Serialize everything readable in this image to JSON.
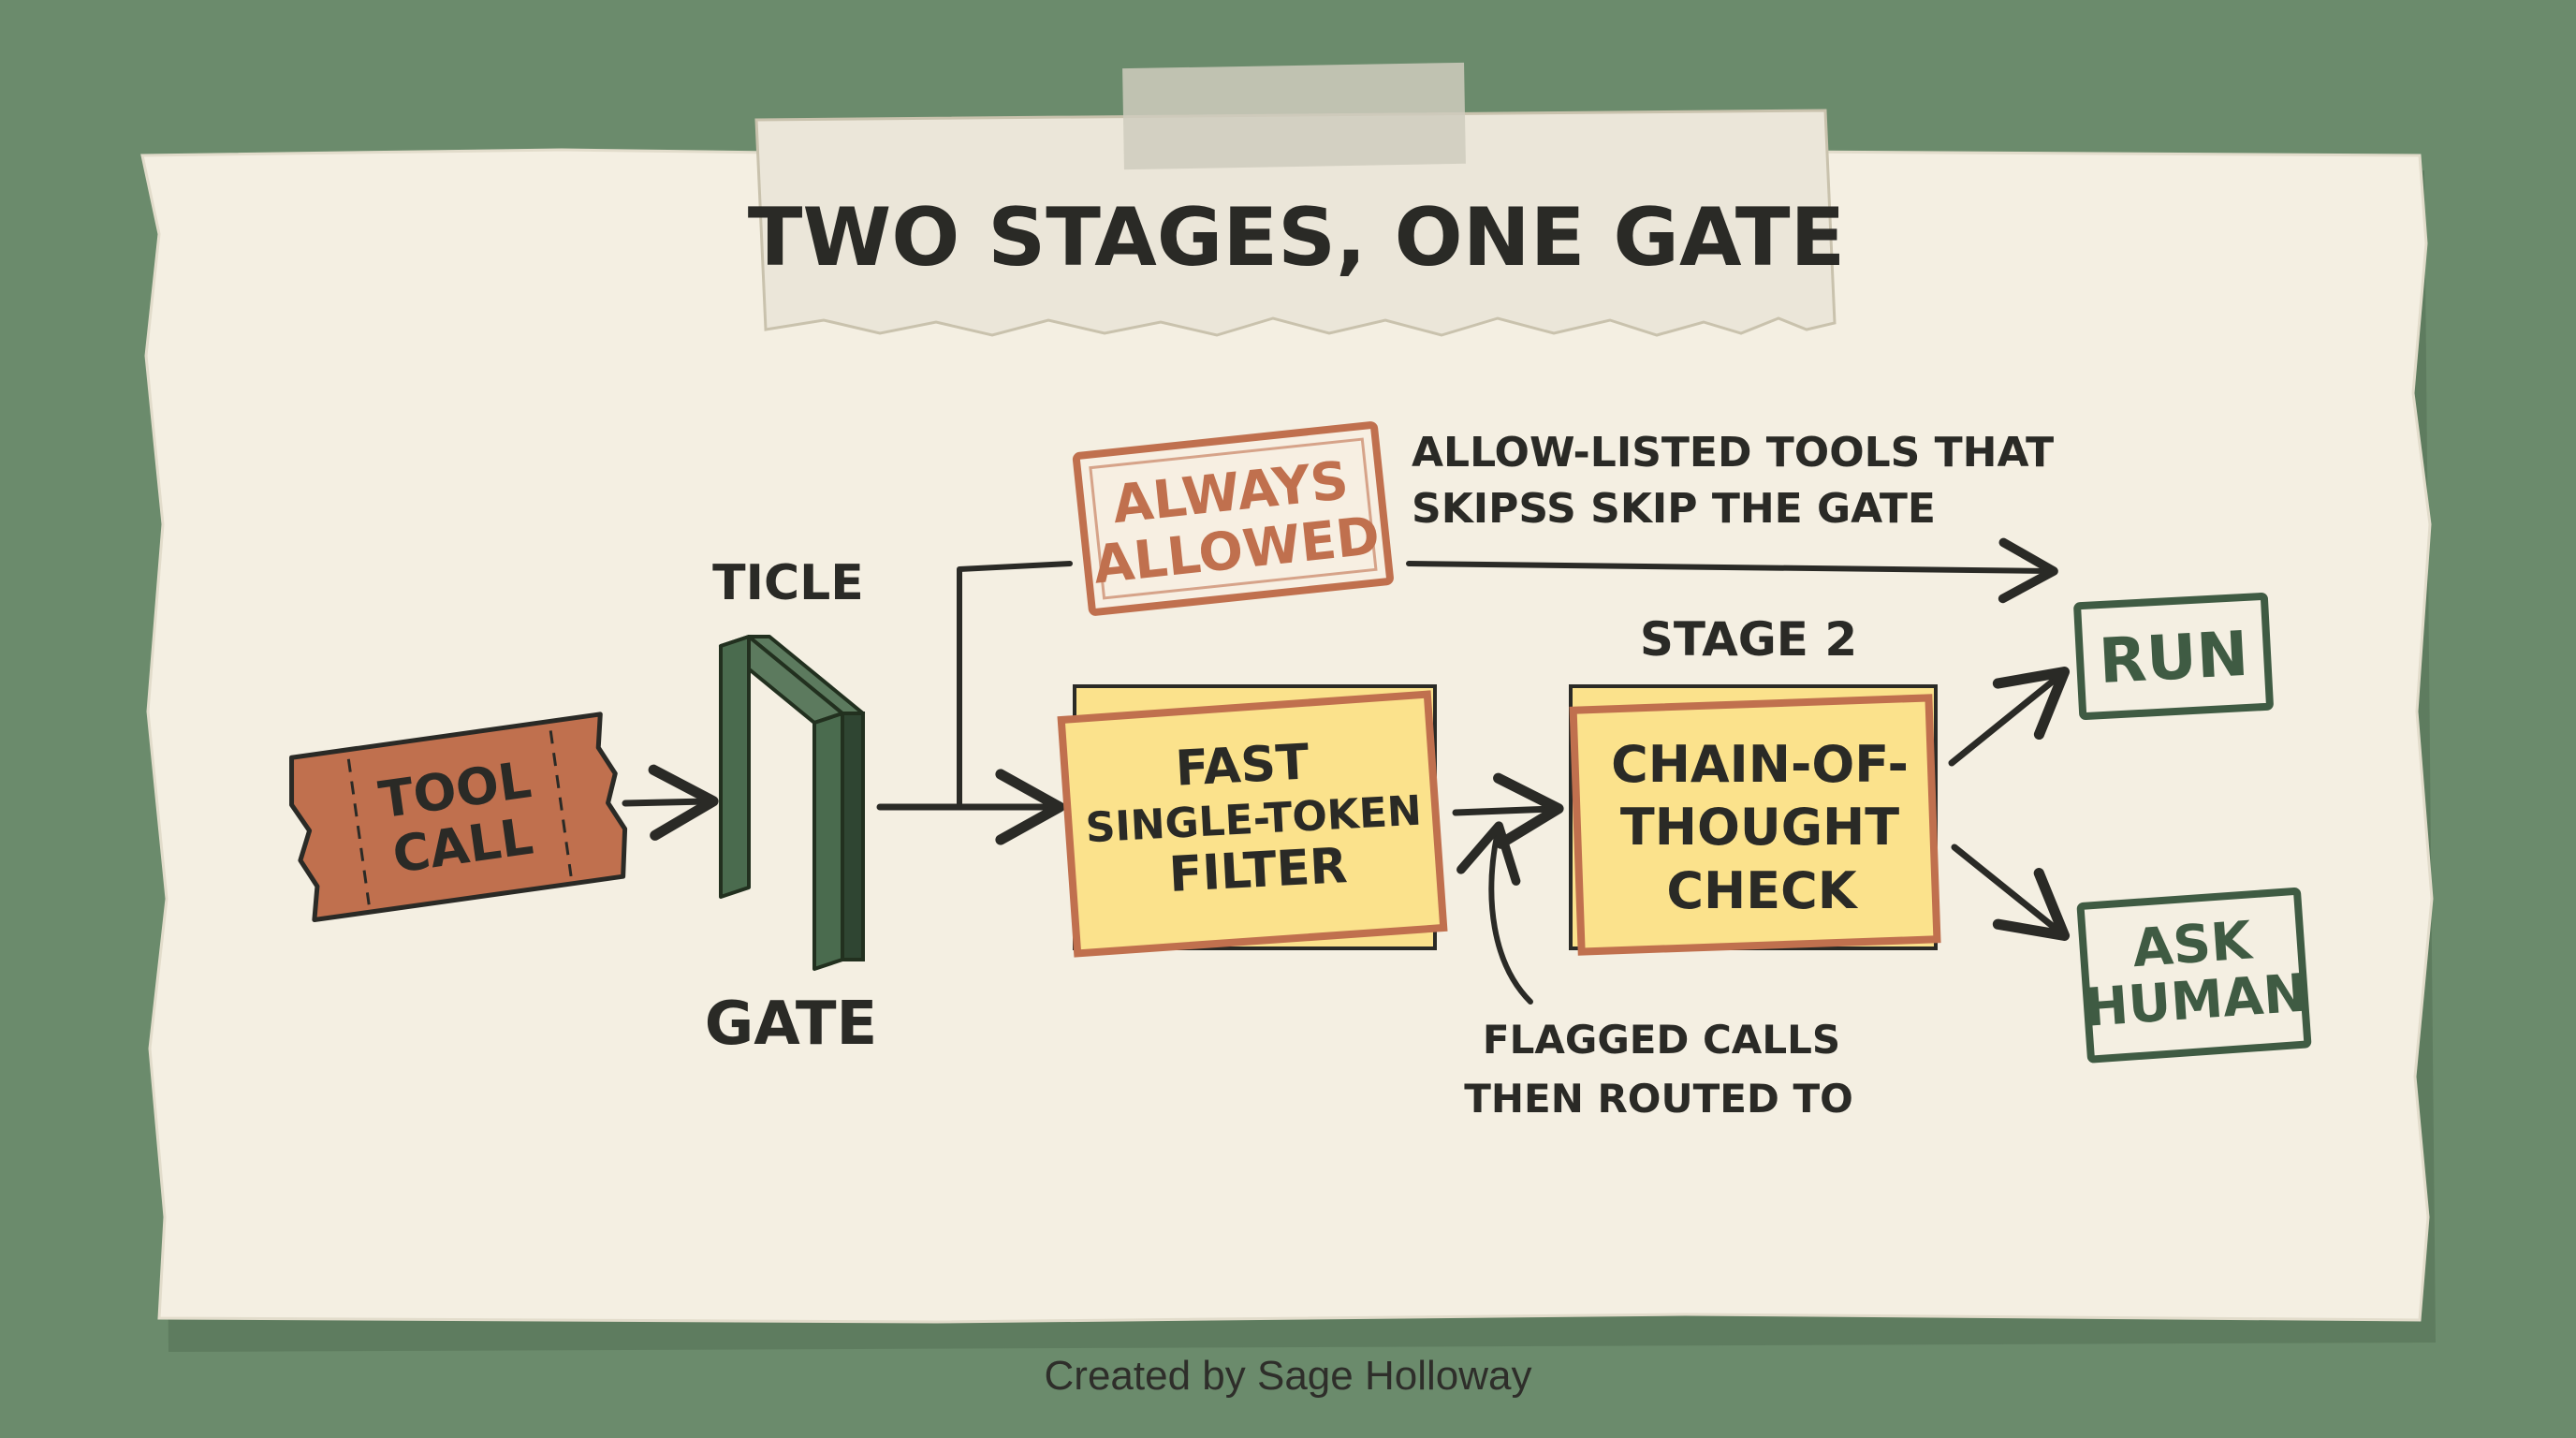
{
  "title": "TWO STAGES, ONE GATE",
  "colors": {
    "background": "#6b8b6c",
    "paper": "#f4efe2",
    "terracotta": "#c0704e",
    "forest_green": "#3f5b43",
    "sticky_yellow": "#fbe28c",
    "ink": "#2a2a26"
  },
  "diagram": {
    "ticket": {
      "line1": "TOOL",
      "line2": "CALL"
    },
    "gate": {
      "top_label": "TICLE",
      "bottom_label": "GATE",
      "icon": "gate-icon"
    },
    "always_allowed": {
      "line1": "ALWAYS",
      "line2": "ALLOWED"
    },
    "allow_note": {
      "line1": "ALLOW-LISTED TOOLS THAT",
      "line2": "SKIPSS SKIP THE GATE"
    },
    "stage1": {
      "line1": "FAST",
      "line2": "SINGLE-TOKEN",
      "line3": "FILTER"
    },
    "stage2": {
      "header": "STAGE 2",
      "line1": "CHAIN-OF-",
      "line2": "THOUGHT",
      "line3": "CHECK"
    },
    "flag_note": {
      "line1": "FLAGGED CALLS",
      "line2": "THEN ROUTED TO"
    },
    "run": "RUN",
    "ask_human": {
      "line1": "ASK",
      "line2": "HUMAN"
    }
  },
  "credit": "Created by Sage Holloway"
}
